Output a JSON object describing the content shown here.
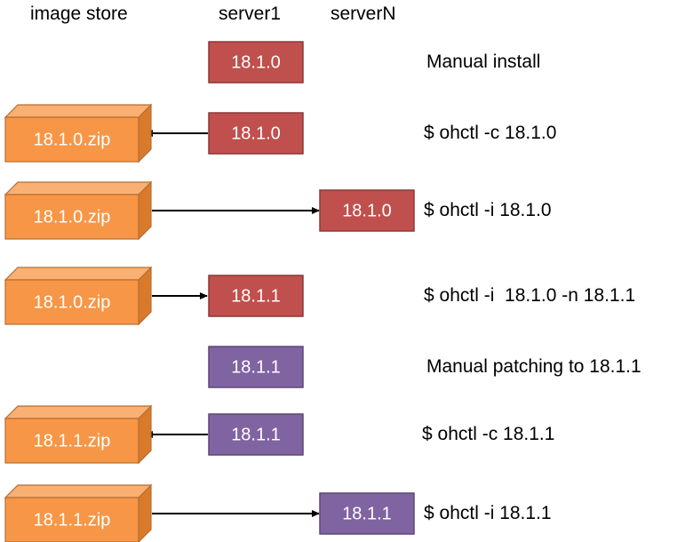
{
  "headers": {
    "image_store": "image store",
    "server1": "server1",
    "serverN": "serverN"
  },
  "colors": {
    "red_fill": "#c0504d",
    "red_stroke": "#8c3836",
    "purple_fill": "#8064a2",
    "purple_stroke": "#5c4776",
    "orange_front": "#f79646",
    "orange_top": "#f9b072",
    "orange_side": "#d97a2b",
    "orange_stroke": "#b66d31",
    "text_light": "#ffffff",
    "arrow": "#000000"
  },
  "rows": [
    {
      "server1": {
        "label": "18.1.0",
        "color": "red"
      },
      "command": "Manual install"
    },
    {
      "zip": "18.1.0.zip",
      "server1": {
        "label": "18.1.0",
        "color": "red"
      },
      "arrow": "to-zip",
      "command": "$ ohctl -c 18.1.0"
    },
    {
      "zip": "18.1.0.zip",
      "serverN": {
        "label": "18.1.0",
        "color": "red"
      },
      "arrow": "to-serverN",
      "command": "$ ohctl -i 18.1.0"
    },
    {
      "zip": "18.1.0.zip",
      "server1": {
        "label": "18.1.1",
        "color": "red"
      },
      "arrow": "to-server1",
      "command": "$ ohctl -i  18.1.0 -n 18.1.1"
    },
    {
      "server1": {
        "label": "18.1.1",
        "color": "purple"
      },
      "command": "Manual patching to 18.1.1"
    },
    {
      "zip": "18.1.1.zip",
      "server1": {
        "label": "18.1.1",
        "color": "purple"
      },
      "arrow": "to-zip",
      "command": "$ ohctl -c 18.1.1"
    },
    {
      "zip": "18.1.1.zip",
      "serverN": {
        "label": "18.1.1",
        "color": "purple"
      },
      "arrow": "to-serverN",
      "command": "$ ohctl -i 18.1.1"
    }
  ]
}
